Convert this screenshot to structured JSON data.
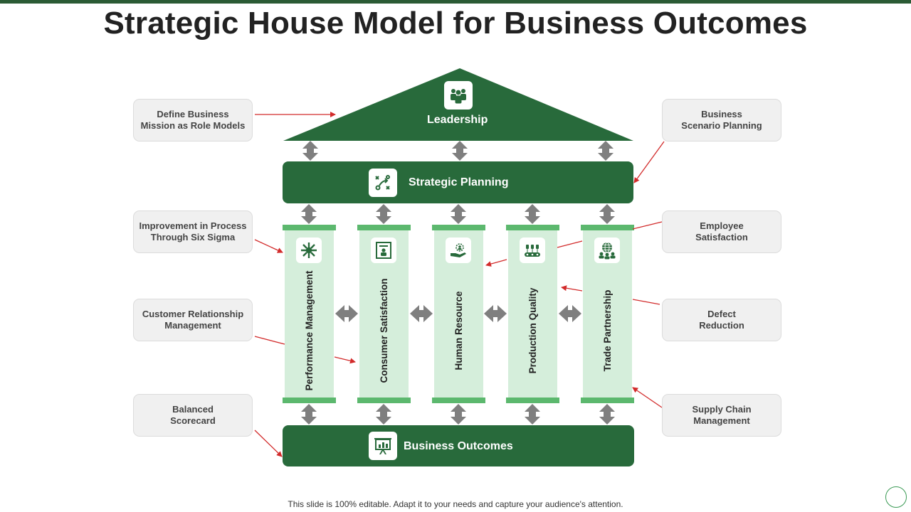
{
  "title": "Strategic House Model for Business Outcomes",
  "roof": {
    "label": "Leadership",
    "icon": "team-icon"
  },
  "planning": {
    "label": "Strategic Planning",
    "icon": "strategy-icon"
  },
  "foundation": {
    "label": "Business Outcomes",
    "icon": "presentation-chart-icon"
  },
  "pillars": [
    {
      "label": "Performance Management",
      "icon": "network-arrows-icon"
    },
    {
      "label": "Consumer Satisfaction",
      "icon": "customer-board-icon"
    },
    {
      "label": "Human Resource",
      "icon": "hand-person-icon"
    },
    {
      "label": "Production Quality",
      "icon": "production-line-icon"
    },
    {
      "label": "Trade Partnership",
      "icon": "globe-people-icon"
    }
  ],
  "callouts_left": [
    {
      "text": "Define Business\nMission  as Role Models"
    },
    {
      "text": "Improvement in Process\nThrough  Six Sigma"
    },
    {
      "text": "Customer  Relationship\nManagement"
    },
    {
      "text": "Balanced\nScorecard"
    }
  ],
  "callouts_right": [
    {
      "text": "Business\nScenario Planning"
    },
    {
      "text": "Employee\nSatisfaction"
    },
    {
      "text": "Defect\nReduction"
    },
    {
      "text": "Supply Chain\nManagement"
    }
  ],
  "footer": "This slide is 100% editable. Adapt it to your needs and capture your audience's attention.",
  "colors": {
    "dark_green": "#286a3b",
    "pillar_fill": "#d5eedb",
    "pillar_cap": "#5cb86e",
    "arrow_gray": "#7f7f7f",
    "connector_red": "#d22b2b",
    "top_bar": "#2b5b35"
  }
}
